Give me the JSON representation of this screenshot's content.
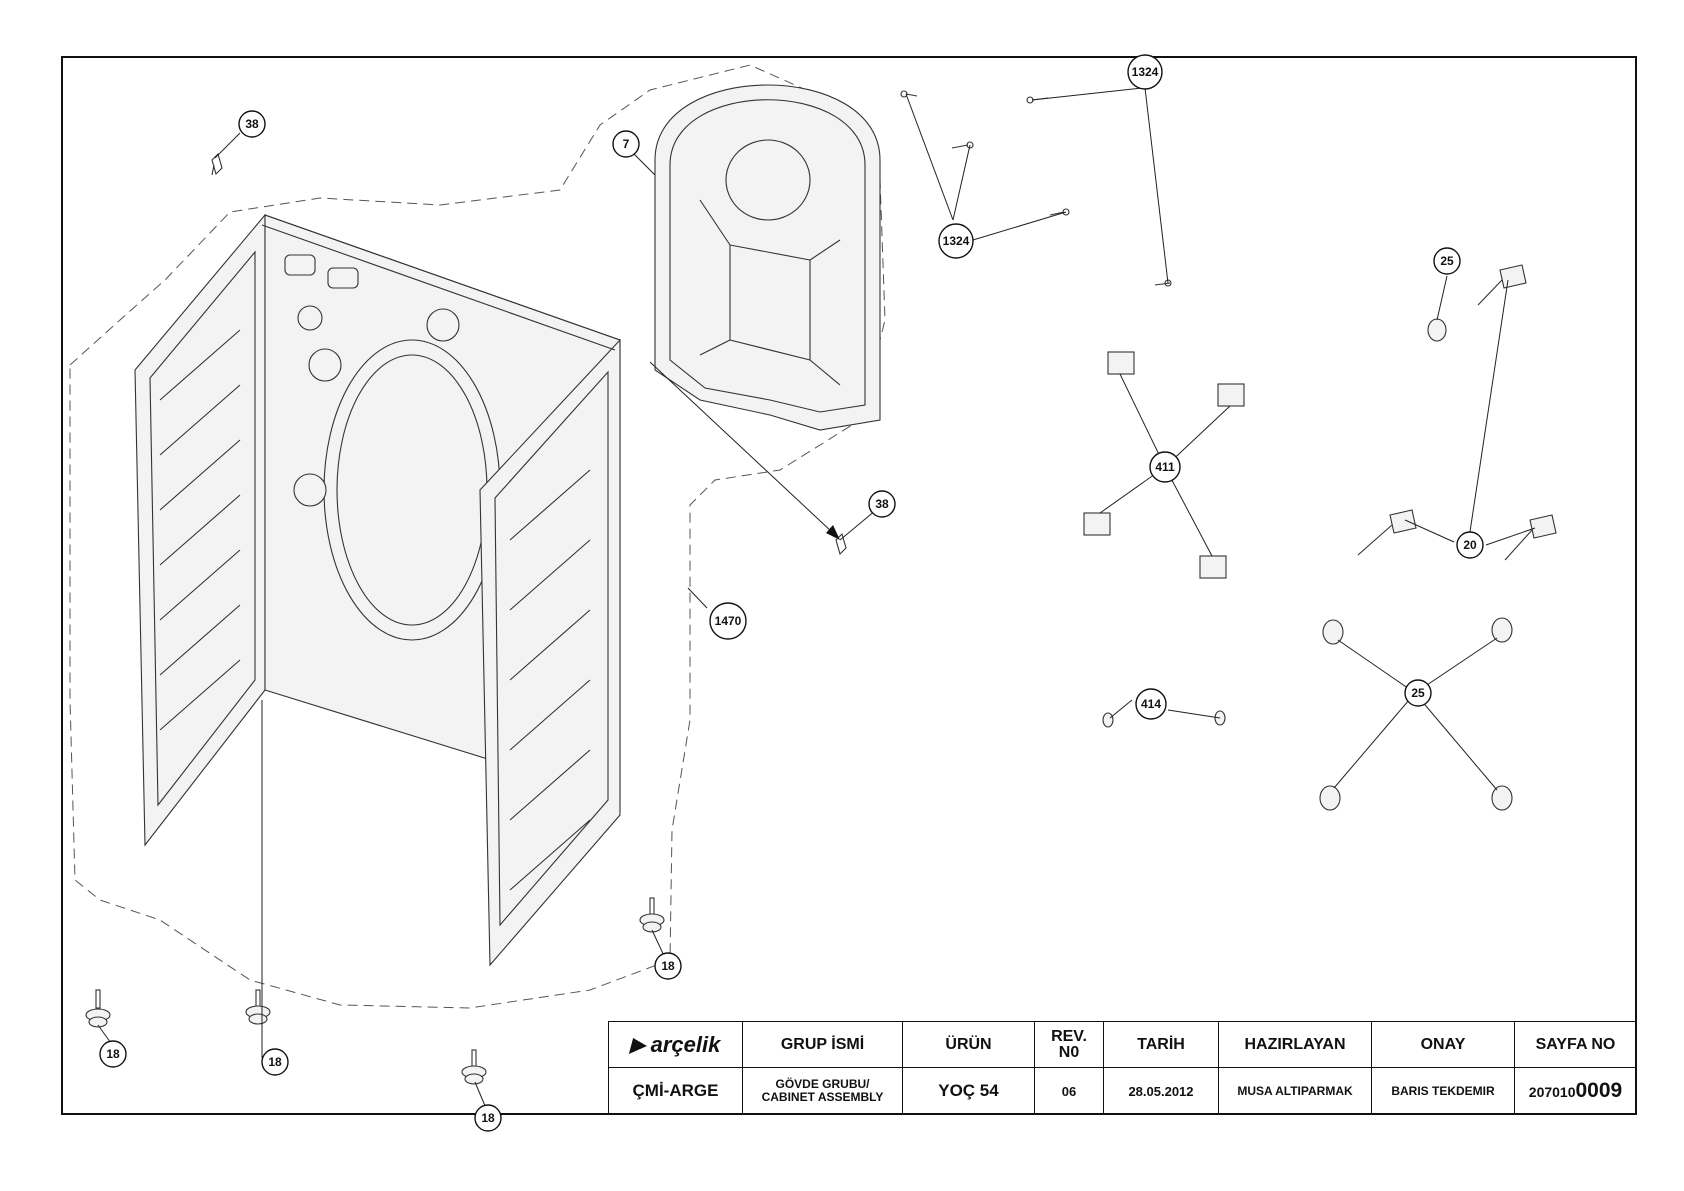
{
  "callouts": [
    {
      "id": "c-38-a",
      "label": "38"
    },
    {
      "id": "c-7",
      "label": "7"
    },
    {
      "id": "c-1324-a",
      "label": "1324"
    },
    {
      "id": "c-1324-b",
      "label": "1324"
    },
    {
      "id": "c-25-a",
      "label": "25"
    },
    {
      "id": "c-411",
      "label": "411"
    },
    {
      "id": "c-38-b",
      "label": "38"
    },
    {
      "id": "c-20",
      "label": "20"
    },
    {
      "id": "c-1470",
      "label": "1470"
    },
    {
      "id": "c-414",
      "label": "414"
    },
    {
      "id": "c-25-b",
      "label": "25"
    },
    {
      "id": "c-18-a",
      "label": "18"
    },
    {
      "id": "c-18-b",
      "label": "18"
    },
    {
      "id": "c-18-c",
      "label": "18"
    },
    {
      "id": "c-18-d",
      "label": "18"
    }
  ],
  "title_block": {
    "logo": "arçelik",
    "headers": {
      "group": "GRUP İSMİ",
      "product": "ÜRÜN",
      "rev_line1": "REV.",
      "rev_line2": "N0",
      "date": "TARİH",
      "prepared": "HAZIRLAYAN",
      "approval": "ONAY",
      "page": "SAYFA NO"
    },
    "values": {
      "department": "ÇMİ-ARGE",
      "group_line1": "GÖVDE GRUBU/",
      "group_line2": "CABINET ASSEMBLY",
      "product": "YOÇ 54",
      "rev": "06",
      "date": "28.05.2012",
      "prepared": "MUSA ALTIPARMAK",
      "approval": "BARIS TEKDEMIR",
      "page_prefix": "207010",
      "page_number": "0009"
    }
  }
}
